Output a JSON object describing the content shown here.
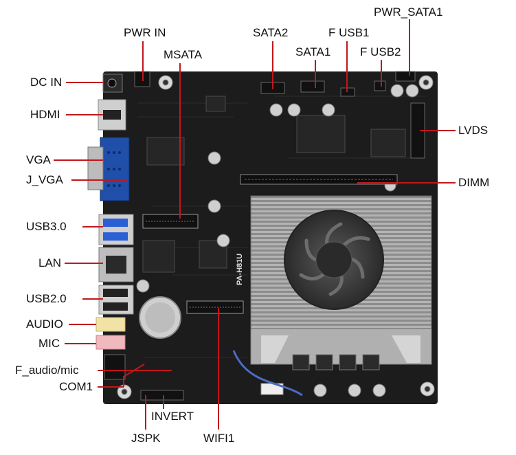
{
  "labels": {
    "dc_in": "DC IN",
    "hdmi": "HDMI",
    "vga": "VGA",
    "j_vga": "J_VGA",
    "usb30": "USB3.0",
    "lan": "LAN",
    "usb20": "USB2.0",
    "audio": "AUDIO",
    "mic": "MIC",
    "f_audio_mic": "F_audio/mic",
    "com1": "COM1",
    "pwr_in": "PWR IN",
    "msata": "MSATA",
    "sata2": "SATA2",
    "sata1": "SATA1",
    "f_usb1": "F USB1",
    "f_usb2": "F USB2",
    "pwr_sata1": "PWR_SATA1",
    "lvds": "LVDS",
    "dimm": "DIMM",
    "invert": "INVERT",
    "jspk": "JSPK",
    "wifi1": "WIFI1"
  },
  "board": {
    "model_text": "PA-H81U"
  },
  "colors": {
    "pcb": "#1c1c1c",
    "leader_line": "#c0171b",
    "heatsink": "#9a9a9a",
    "vga_blue": "#1f4fa8"
  }
}
